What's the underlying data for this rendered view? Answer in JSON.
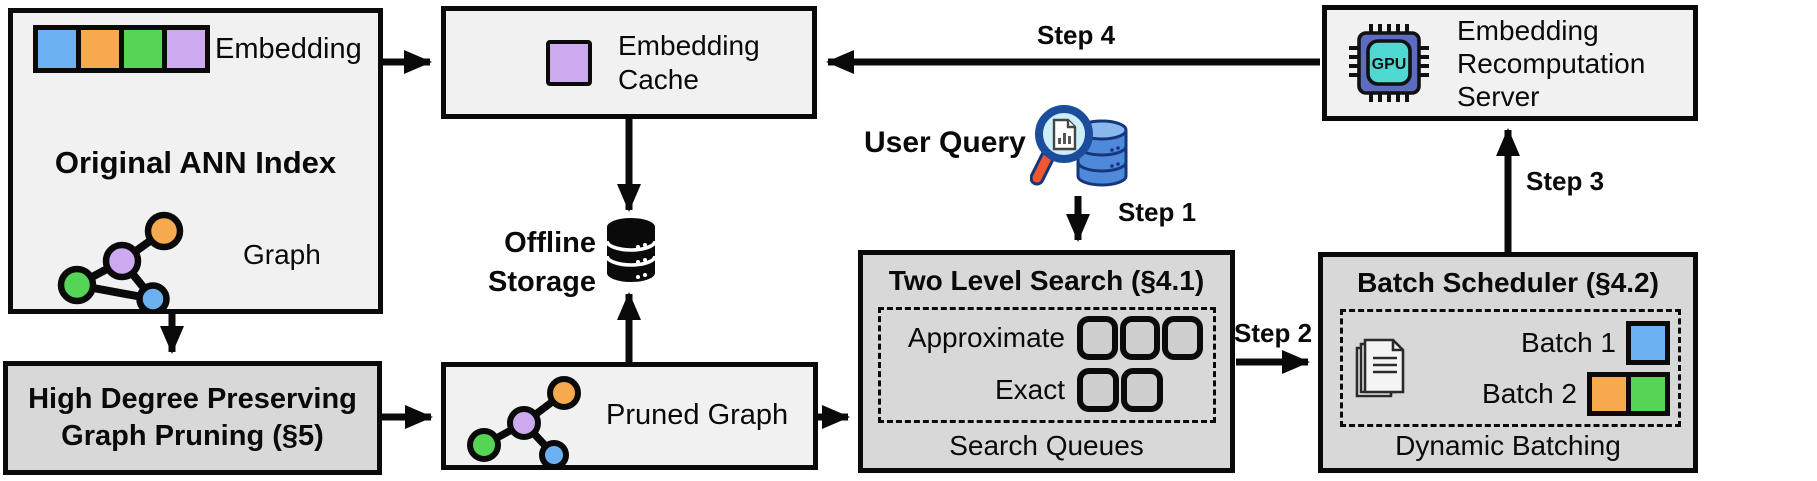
{
  "colors": {
    "blue": "#6cb1f1",
    "orange": "#f7a94e",
    "green": "#55d455",
    "purple": "#cda9f0",
    "box_light": "#f1f1f1",
    "box_dark": "#d8d8d8",
    "border_black": "#0a0a0a",
    "db_blue": "#4e8ad9",
    "db_outline": "#16367c",
    "lens_fill": "#cdeef9",
    "handle_orange": "#f0572e",
    "chip_body": "#5d6bc0",
    "chip_inner": "#4ed9d3"
  },
  "ann_index": {
    "title": "Original ANN Index",
    "embedding_label": "Embedding",
    "graph_label": "Graph"
  },
  "graph_pruning": {
    "line1": "High Degree Preserving",
    "line2": "Graph Pruning (§5)"
  },
  "embedding_cache": {
    "line1": "Embedding",
    "line2": "Cache"
  },
  "offline_storage": {
    "line1": "Offline",
    "line2": "Storage"
  },
  "pruned_graph": {
    "label": "Pruned Graph"
  },
  "user_query": {
    "label": "User Query"
  },
  "steps": {
    "step1": "Step 1",
    "step2": "Step 2",
    "step3": "Step 3",
    "step4": "Step 4"
  },
  "two_level_search": {
    "title": "Two Level Search (§4.1)",
    "approximate_label": "Approximate",
    "exact_label": "Exact",
    "footer": "Search Queues",
    "approximate_queue_slots": 3,
    "exact_queue_slots": 2
  },
  "batch_scheduler": {
    "title": "Batch Scheduler (§4.2)",
    "batch1_label": "Batch 1",
    "batch2_label": "Batch 2",
    "footer": "Dynamic Batching"
  },
  "recomputation_server": {
    "line1": "Embedding",
    "line2": "Recomputation",
    "line3": "Server",
    "chip_label": "GPU"
  }
}
